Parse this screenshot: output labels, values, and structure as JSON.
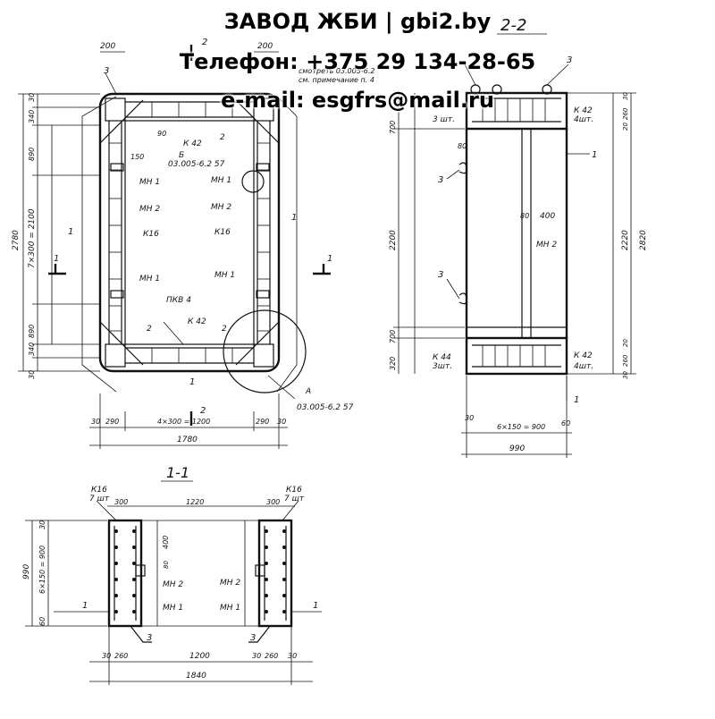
{
  "header": {
    "line1": "ЗАВОД ЖБИ | gbi2.by",
    "line2": "Телефон: +375 29 134-28-65",
    "line3": "e-mail: esgfrs@mail.ru"
  },
  "section_titles": {
    "section_2_2": "2-2",
    "section_1_1": "1-1"
  },
  "plan_view": {
    "dims_top": [
      "200",
      "200"
    ],
    "dim_total_height": "2780",
    "dim_spacing": "7×300 = 2100",
    "dims_left": [
      "30",
      "340",
      "890",
      "890",
      "340",
      "30"
    ],
    "dims_bottom": [
      "30",
      "290",
      "4×300 = 1200",
      "290",
      "30"
    ],
    "dim_overall_width": "1780",
    "labels": {
      "pos3_top": "3",
      "pos2_top": "2",
      "note_ref": "смотреть 03.005-6.2",
      "note_line2": "см. примечание п. 4",
      "k42_top": "К 42",
      "pos2_right": "2",
      "ref_b_letter": "Б",
      "ref_b": "03.005-6.2 57",
      "dim_90": "90",
      "dim_150": "150",
      "mn1_a": "МН 1",
      "mn1_b": "МН 1",
      "mn2_a": "МН 2",
      "mn2_b": "МН 2",
      "k16_a": "К16",
      "k16_b": "К16",
      "mn1_c": "МН 1",
      "mn1_d": "МН 1",
      "pkv4": "ПКВ 4",
      "pos2_bl": "2",
      "pos2_br": "2",
      "k42_bottom": "К 42",
      "pos1_left": "1",
      "pos1_right": "1",
      "pos1_bottom": "1",
      "pos2_bottom": "2",
      "cut1_left": "1",
      "cut1_right": "1",
      "ref_a_letter": "А",
      "ref_a": "03.005-6.2 57"
    }
  },
  "section_2_2_view": {
    "pos3_top": "3",
    "k42_top": "К 42",
    "k42_top_count": "4шт.",
    "k44_top_count": "3 шт.",
    "pos1_upper": "1",
    "dim_80": "80",
    "pos3_mid": "3",
    "dim_80b": "80",
    "dim_400": "400",
    "mn2": "МН 2",
    "pos3_low": "3",
    "k44_bottom": "К 44",
    "k44_bottom_count": "3шт.",
    "k42_bottom": "К 42",
    "k42_bottom_count": "4шт.",
    "pos1_low": "1",
    "dims_left": [
      "700",
      "2200",
      "700",
      "320"
    ],
    "dims_right_small": [
      "30",
      "260",
      "20",
      "20",
      "260",
      "30"
    ],
    "dim_2220": "2220",
    "dim_2820": "2820",
    "dim_30_bottom": "30",
    "dim_spacing": "6×150 = 900",
    "dim_60": "60",
    "dim_990": "990"
  },
  "section_1_1_view": {
    "k16_left": "К16",
    "k16_left_count": "7 шт",
    "k16_right": "К16",
    "k16_right_count": "7 шт",
    "dims_top": [
      "300",
      "1220",
      "300"
    ],
    "dim_400": "400",
    "dim_80": "80",
    "mn2_l": "МН 2",
    "mn2_r": "МН 2",
    "mn1_l": "МН 1",
    "mn1_r": "МН 1",
    "pos1_l": "1",
    "pos1_r": "1",
    "pos3_l": "3",
    "pos3_r": "3",
    "dims_left": [
      "30",
      "990",
      "6×150 = 900",
      "60"
    ],
    "dims_bottom": [
      "30",
      "260",
      "1200",
      "30",
      "260",
      "30"
    ],
    "dim_overall": "1840"
  }
}
